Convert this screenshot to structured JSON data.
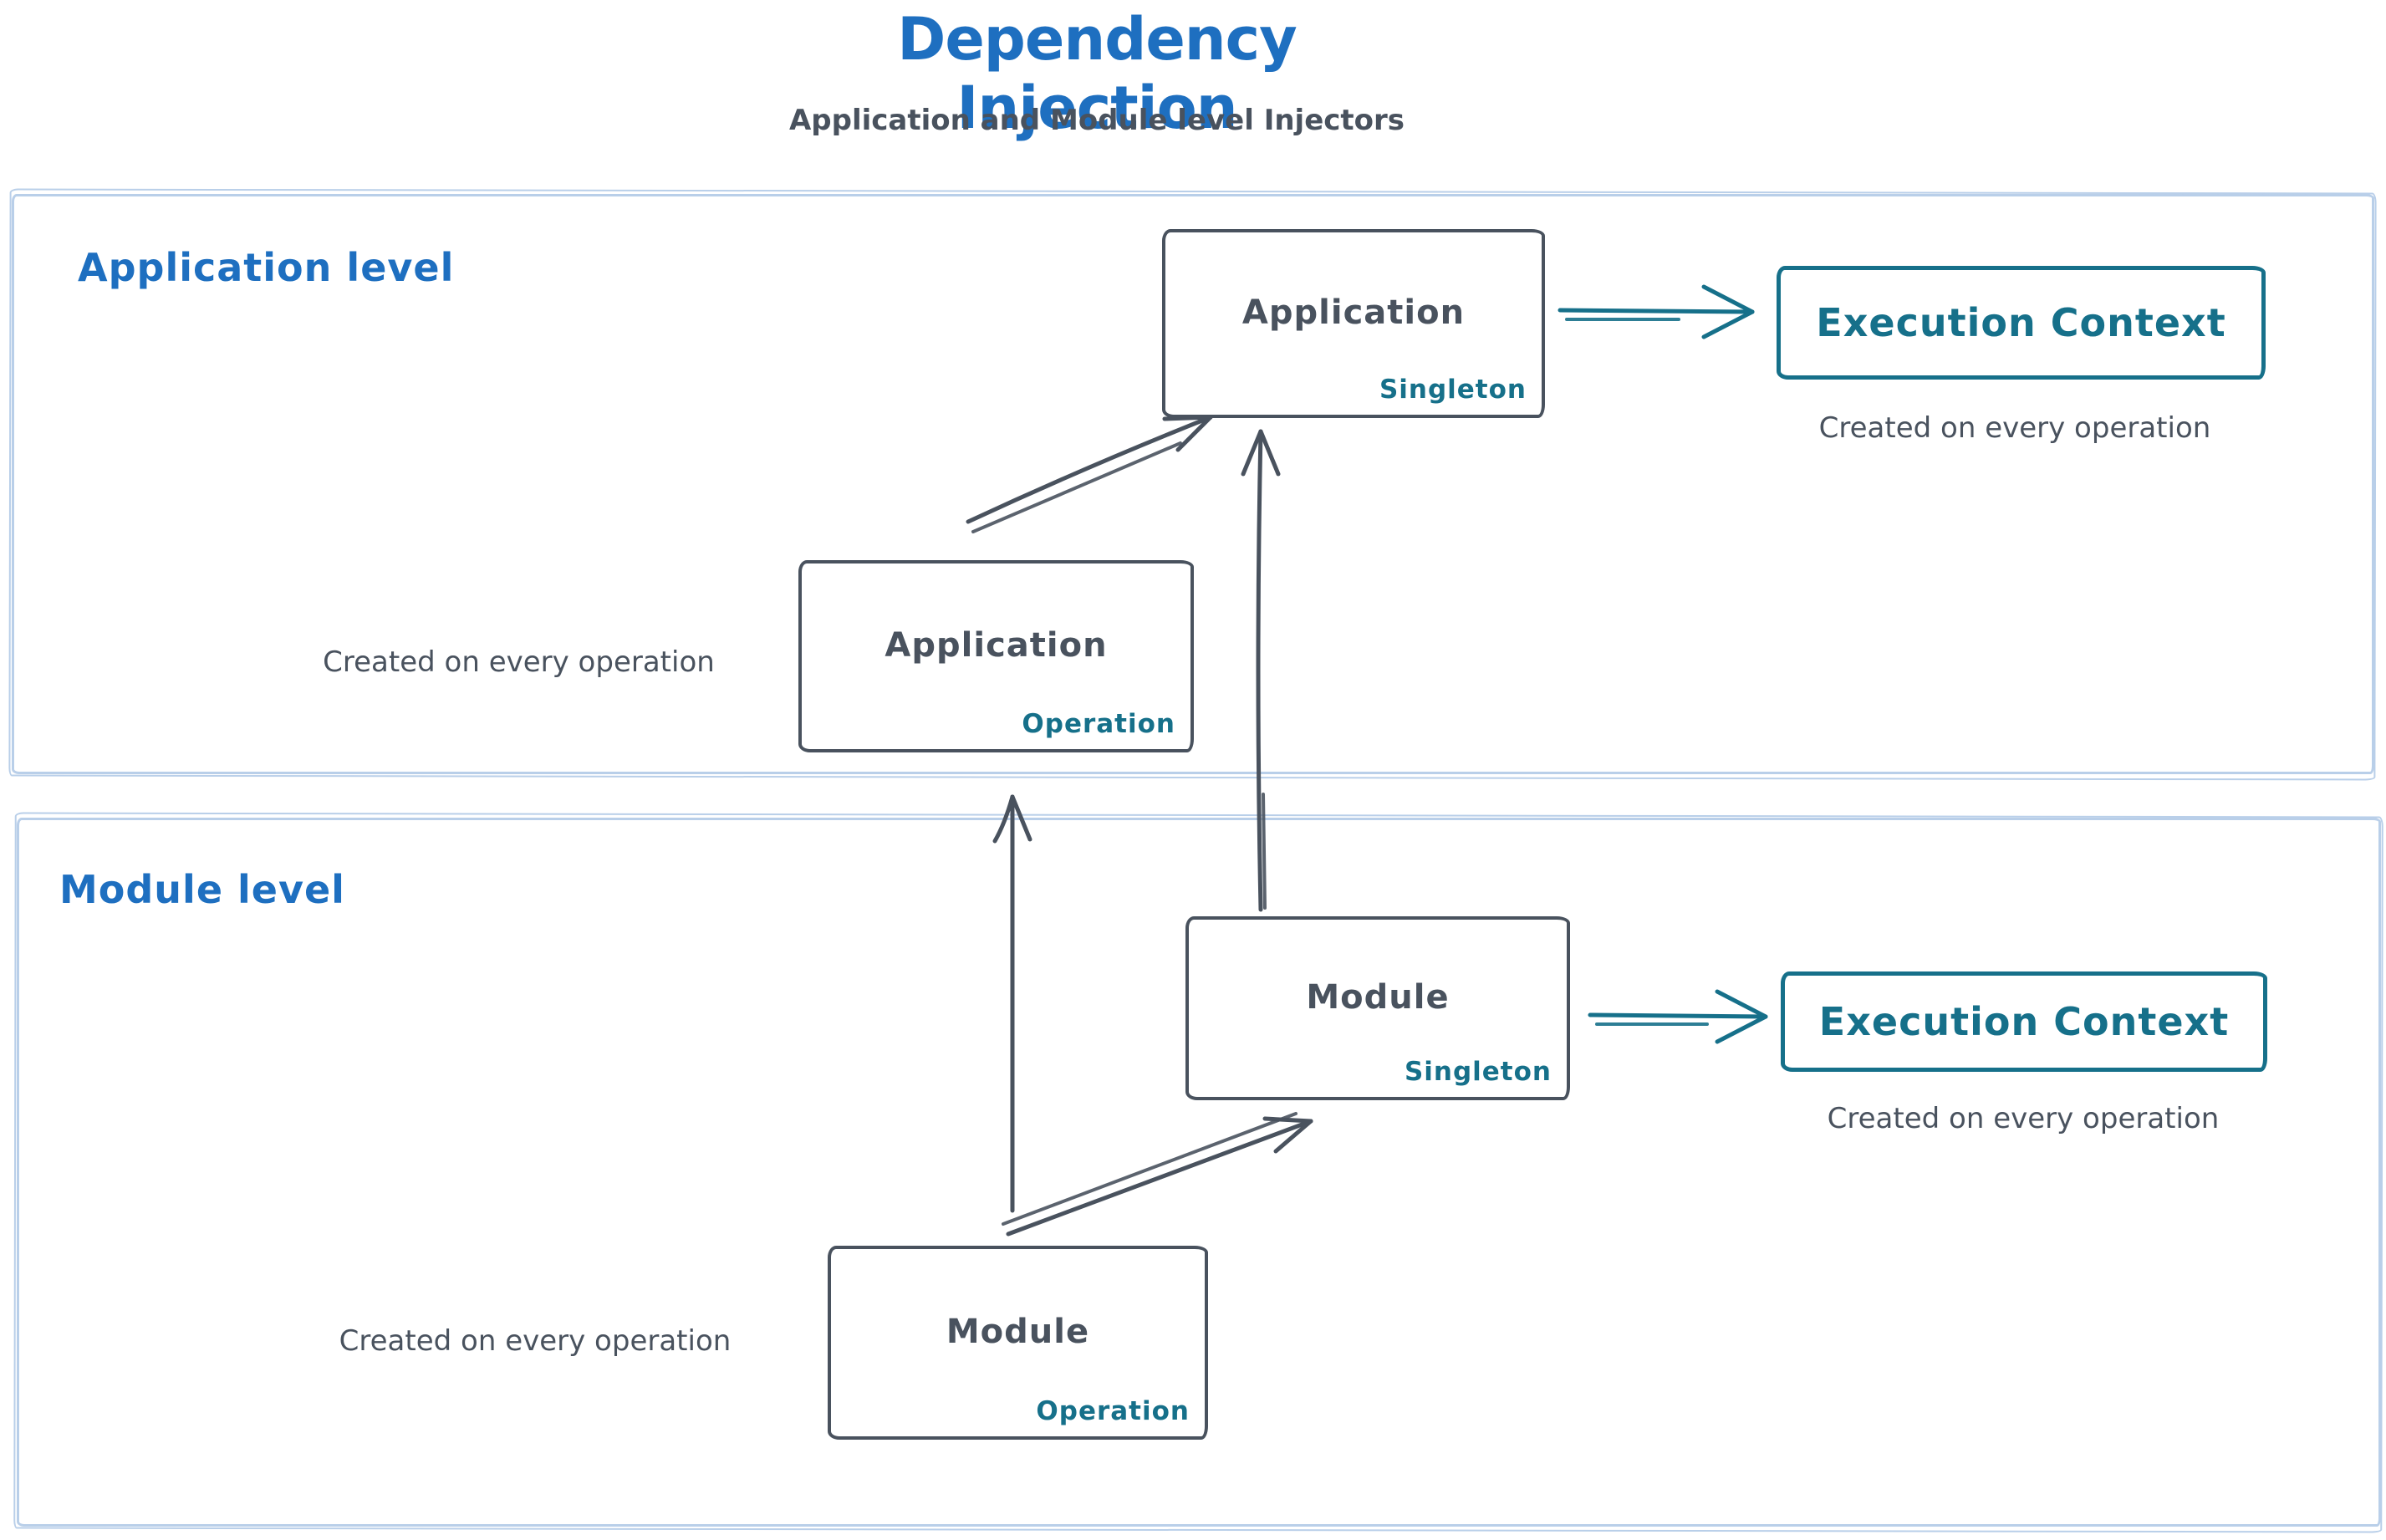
{
  "title": "Dependency Injection",
  "subtitle": "Application and Module level Injectors",
  "colors": {
    "blue": "#1e6fc0",
    "dark": "#49525e",
    "teal": "#16708a",
    "section": "#b9cfe9"
  },
  "sections": {
    "application": {
      "label": "Application level"
    },
    "module": {
      "label": "Module level"
    }
  },
  "nodes": {
    "app_singleton": {
      "label": "Application",
      "badge": "Singleton"
    },
    "app_operation": {
      "label": "Application",
      "badge": "Operation"
    },
    "module_singleton": {
      "label": "Module",
      "badge": "Singleton"
    },
    "module_operation": {
      "label": "Module",
      "badge": "Operation"
    },
    "exec_app": {
      "label": "Execution Context"
    },
    "exec_module": {
      "label": "Execution Context"
    }
  },
  "captions": {
    "exec_app": "Created on every operation",
    "app_operation": "Created on every operation",
    "exec_module": "Created on every operation",
    "module_operation": "Created on every operation"
  }
}
